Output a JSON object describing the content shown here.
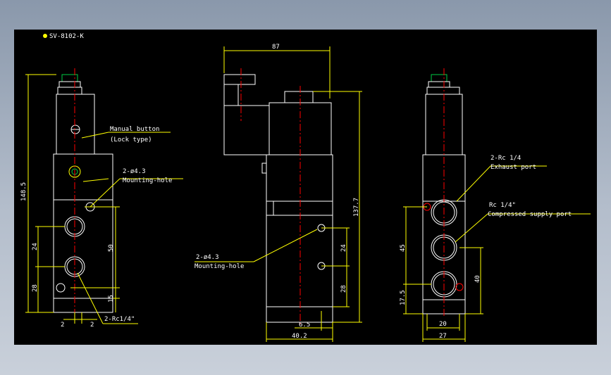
{
  "title": "SV-8102-K",
  "colors": {
    "background": "#000000",
    "outline": "#ffffff",
    "dimension": "#ffff00",
    "centerline": "#ff0000",
    "connector": "#00cc44",
    "text": "#ffffff"
  },
  "labels": {
    "manual_button": "Manual button",
    "lock_type": "(Lock type)",
    "mounting_spec_left": "2-ø4.3",
    "mounting_hole_left": "Mounting-hole",
    "mounting_spec_mid": "2-ø4.3",
    "mounting_hole_mid": "Mounting-hole",
    "rc_left": "2-Rc1/4\"",
    "exhaust_spec": "2-Rc 1/4",
    "exhaust_port": "Exhaust port",
    "supply_spec": "Rc 1/4\"",
    "supply_port": "Compressed supply port"
  },
  "dimensions": {
    "left_height": "148.5",
    "left_24": "24",
    "left_28": "28",
    "left_50": "50",
    "left_15": "15",
    "left_2a": "2",
    "left_2b": "2",
    "mid_width": "87",
    "mid_height": "137.7",
    "mid_24": "24",
    "mid_28": "28",
    "mid_6_5": "6.5",
    "mid_40_2": "40.2",
    "right_45": "45",
    "right_17_5": "17.5",
    "right_40": "40",
    "right_20": "20",
    "right_27": "27"
  }
}
